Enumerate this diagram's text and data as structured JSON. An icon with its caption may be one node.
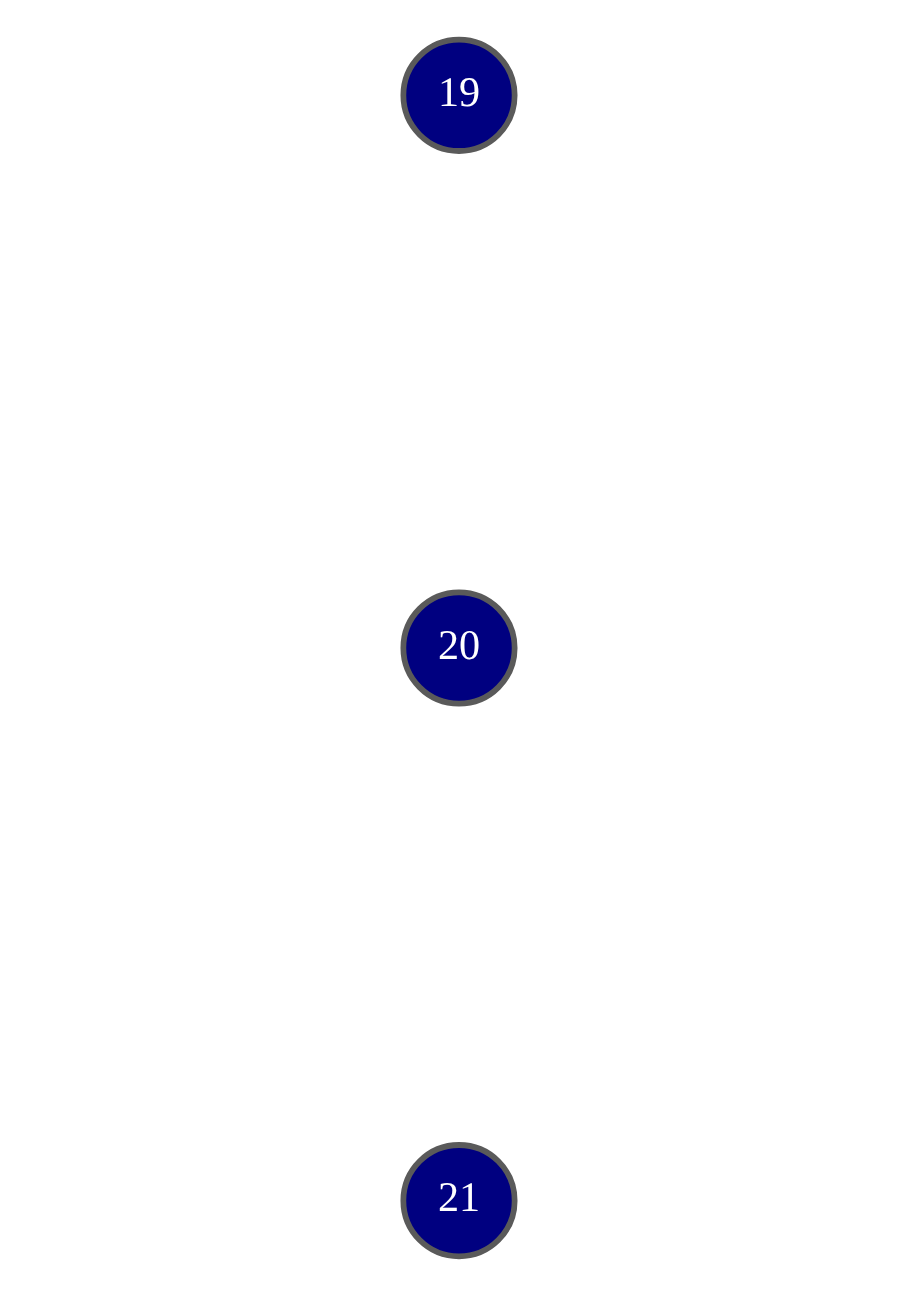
{
  "diagram": {
    "nodes": [
      {
        "text": [
          "19"
        ]
      },
      {
        "text": [
          "20"
        ]
      },
      {
        "text": [
          "21"
        ]
      }
    ]
  }
}
